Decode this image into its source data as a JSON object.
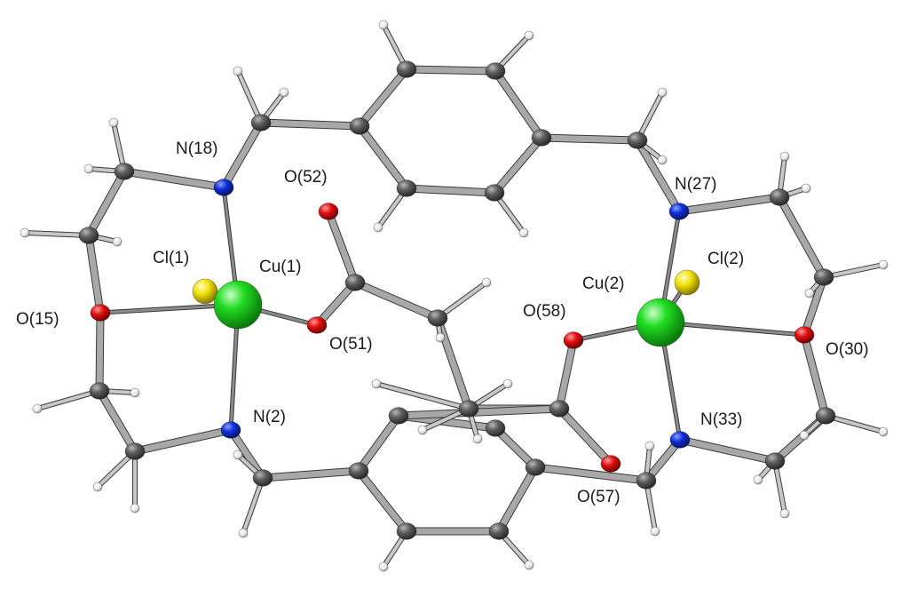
{
  "figure": {
    "labels": {
      "N18": "N(18)",
      "O52": "O(52)",
      "N27": "N(27)",
      "Cl1": "Cl(1)",
      "Cu1": "Cu(1)",
      "Cl2": "Cl(2)",
      "Cu2": "Cu(2)",
      "O15": "O(15)",
      "O58": "O(58)",
      "O51": "O(51)",
      "O30": "O(30)",
      "N2": "N(2)",
      "N33": "N(33)",
      "O57": "O(57)"
    },
    "colors": {
      "background": "#ffffff",
      "bond_cu": "#8a8a8a",
      "bond": "#9a9a9a",
      "carbon": "#5a5a5a",
      "hydrogen": "#f2f2f2",
      "nitrogen": "#1030d8",
      "oxygen": "#e01010",
      "copper": "#22dd22",
      "chlorine": "#f2e20a"
    }
  }
}
